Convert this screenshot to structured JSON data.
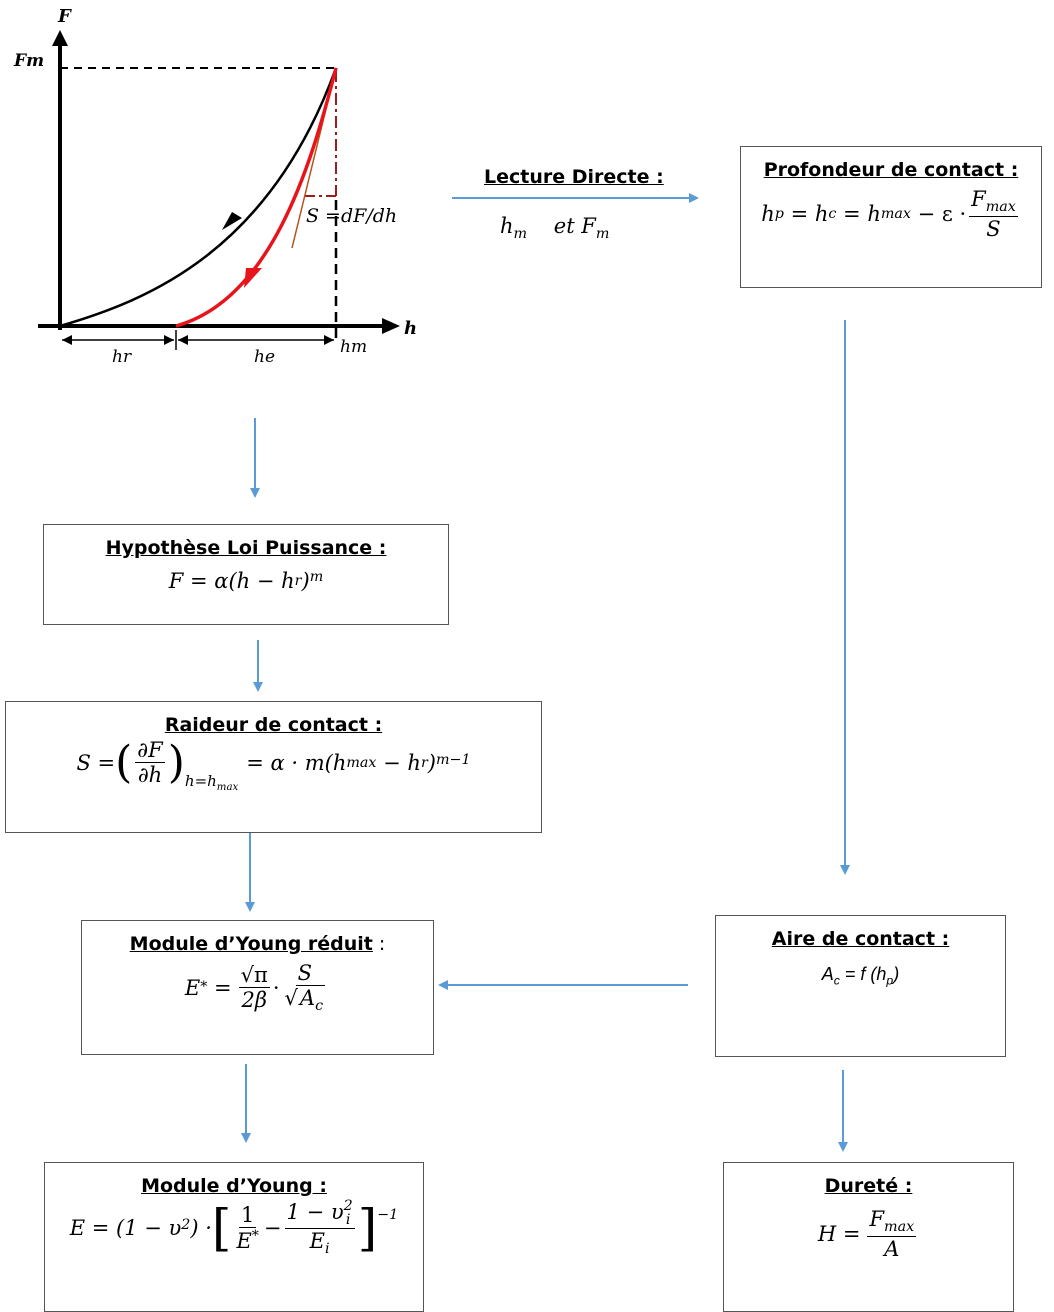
{
  "graph": {
    "y_axis_label": "F",
    "x_axis_label": "h",
    "fm_label": "Fm",
    "hr_label": "hr",
    "he_label": "he",
    "hm_label": "hm",
    "slope_label": "S =dF/dh"
  },
  "lecture": {
    "title": "Lecture Directe :",
    "hm": "h",
    "hm_sub": "m",
    "et": "et F",
    "fm_sub": "m"
  },
  "profondeur": {
    "title": "Profondeur de contact :",
    "lhs": "h",
    "lhs_sub": "p",
    "eq1": " = h",
    "eq1_sub": "c",
    "eq2": " = h",
    "eq2_sub": "max",
    "eq3": " − ε ·",
    "num": "F",
    "num_sub": "max",
    "den": "S"
  },
  "hypothese": {
    "title": "Hypothèse Loi Puissance :",
    "eq": "F = α(h − h",
    "eq_sub": "r",
    "eq_close": ")",
    "eq_sup": "m"
  },
  "raideur": {
    "title": "Raideur de contact :",
    "lhs": "S =",
    "num": "∂F",
    "den": "∂h",
    "at": "h=h",
    "at_sub": "max",
    "rhs": "= α · m(h",
    "rhs_sub": "max",
    "rhs2": " − h",
    "rhs2_sub": "r",
    "rhs_close": ")",
    "rhs_sup": "m−1"
  },
  "module_reduit": {
    "title": "Module d’Young réduit",
    "title_tail": " :",
    "lhs": "E",
    "lhs_sup": "*",
    "eq": " =",
    "num1": "√π",
    "den1": "2β",
    "dot": "·",
    "num2": "S",
    "den2_root": "A",
    "den2_sub": "c"
  },
  "aire": {
    "title": "Aire de contact :",
    "eq": "A",
    "eq_sub": "c",
    "eq_rest": " = f (h",
    "eq_sub2": "p",
    "eq_close": ")"
  },
  "module": {
    "title": "Module d’Young :",
    "lhs": "E = (1 − υ",
    "lhs_sup": "2",
    "lhs_close": ") ·",
    "num1": "1",
    "den1": "E",
    "den1_sup": "*",
    "minus": "−",
    "num2": "1 − υ",
    "num2_sub": "i",
    "num2_sup": "2",
    "den2": "E",
    "den2_sub": "i",
    "exp": "−1"
  },
  "durete": {
    "title": "Dureté :",
    "lhs": "H =",
    "num": "F",
    "num_sub": "max",
    "den": "A"
  },
  "colors": {
    "arrow": "#5b9bd5",
    "loading_curve": "#000000",
    "unloading_curve": "#e8141b",
    "tangent": "#b5541c",
    "dashdot": "#9b1c1c"
  }
}
